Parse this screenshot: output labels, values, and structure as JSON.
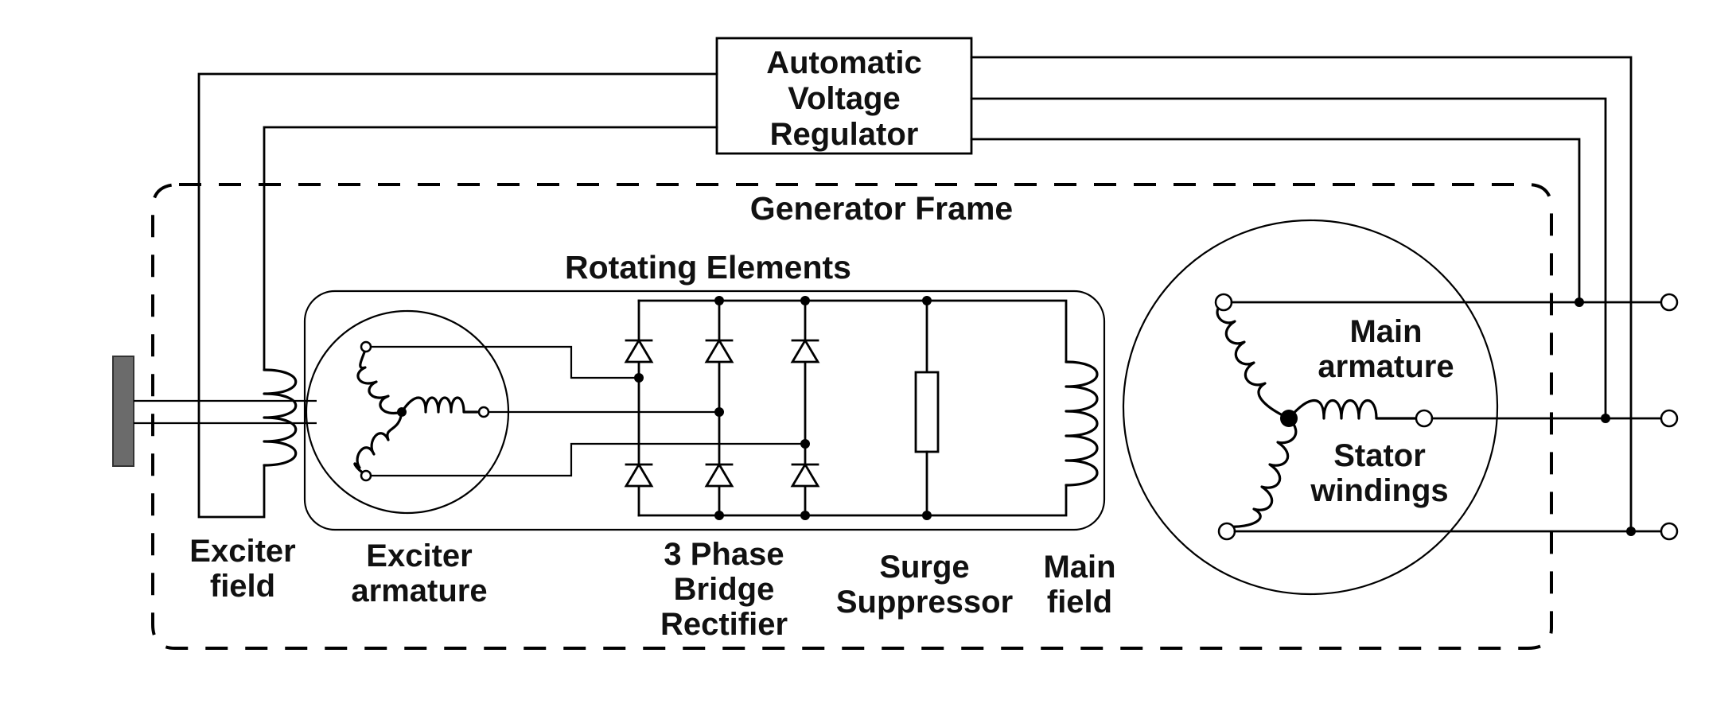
{
  "labels": {
    "avr": [
      "Automatic",
      "Voltage",
      "Regulator"
    ],
    "generator_frame": "Generator Frame",
    "rotating_elements": "Rotating Elements",
    "exciter_field": [
      "Exciter",
      "field"
    ],
    "exciter_armature": [
      "Exciter",
      "armature"
    ],
    "rectifier": [
      "3 Phase",
      "Bridge",
      "Rectifier"
    ],
    "surge_suppressor": [
      "Surge",
      "Suppressor"
    ],
    "main_field": [
      "Main",
      "field"
    ],
    "main_armature": [
      "Main",
      "armature"
    ],
    "stator_windings": [
      "Stator",
      "windings"
    ]
  },
  "colors": {
    "line": "#000000",
    "shaft": "#6b6b6b",
    "background": "#ffffff"
  }
}
